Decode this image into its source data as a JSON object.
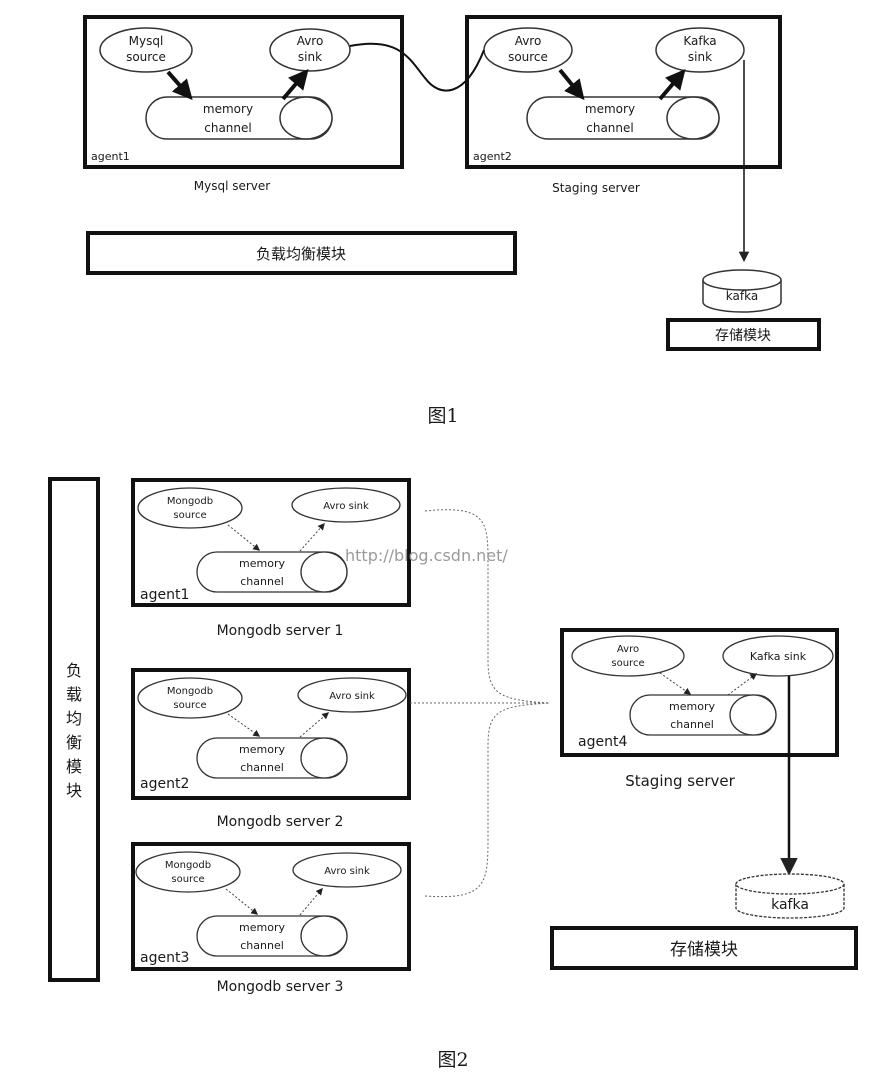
{
  "figure1": {
    "caption": "图1",
    "agent1": {
      "label": "agent1",
      "source": [
        "Mysql",
        "source"
      ],
      "sink": [
        "Avro",
        "sink"
      ],
      "channel": [
        "memory",
        "channel"
      ],
      "server": "Mysql server"
    },
    "agent2": {
      "label": "agent2",
      "source": [
        "Avro",
        "source"
      ],
      "sink": [
        "Kafka",
        "sink"
      ],
      "channel": [
        "memory",
        "channel"
      ],
      "server": "Staging server"
    },
    "load_balance": "负载均衡模块",
    "kafka": "kafka",
    "storage": "存储模块"
  },
  "figure2": {
    "caption": "图2",
    "load_balance_vertical": [
      "负",
      "载",
      "均",
      "衡",
      "模",
      "块"
    ],
    "agents": [
      {
        "label": "agent1",
        "source": [
          "Mongodb",
          "source"
        ],
        "sink": "Avro sink",
        "channel": [
          "memory",
          "channel"
        ],
        "server": "Mongodb server 1"
      },
      {
        "label": "agent2",
        "source": [
          "Mongodb",
          "source"
        ],
        "sink": "Avro sink",
        "channel": [
          "memory",
          "channel"
        ],
        "server": "Mongodb server 2"
      },
      {
        "label": "agent3",
        "source": [
          "Mongodb",
          "source"
        ],
        "sink": "Avro sink",
        "channel": [
          "memory",
          "channel"
        ],
        "server": "Mongodb server 3"
      }
    ],
    "agent4": {
      "label": "agent4",
      "source": [
        "Avro",
        "source"
      ],
      "sink": "Kafka sink",
      "channel": [
        "memory",
        "channel"
      ],
      "server": "Staging server"
    },
    "kafka": "kafka",
    "storage": "存储模块",
    "watermark": "http://blog.csdn.net/"
  }
}
